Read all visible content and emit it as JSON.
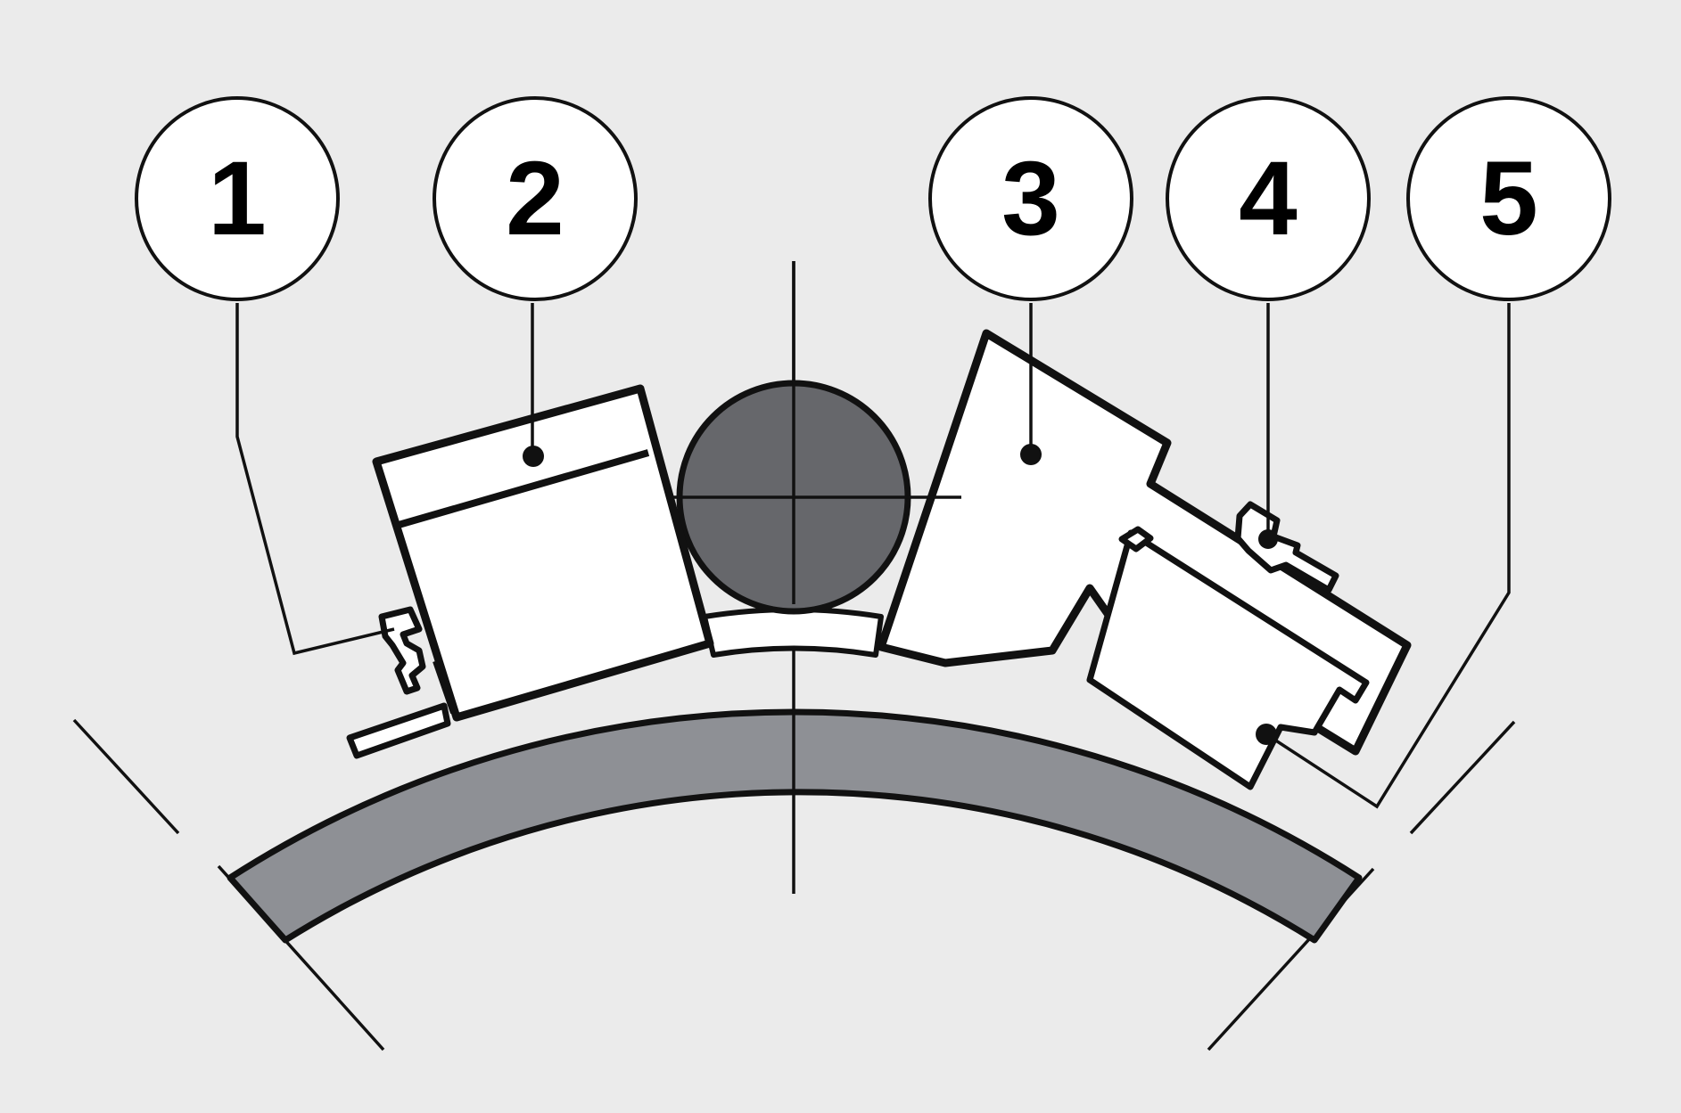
{
  "figure": {
    "callouts": [
      {
        "id": 1,
        "label": "1"
      },
      {
        "id": 2,
        "label": "2"
      },
      {
        "id": 3,
        "label": "3"
      },
      {
        "id": 4,
        "label": "4"
      },
      {
        "id": 5,
        "label": "5"
      }
    ],
    "colors": {
      "background": "#ebebeb",
      "outline": "#111111",
      "ring_fill": "#8e9095",
      "roller_fill": "#66676b",
      "parts_fill": "#ffffff"
    }
  }
}
